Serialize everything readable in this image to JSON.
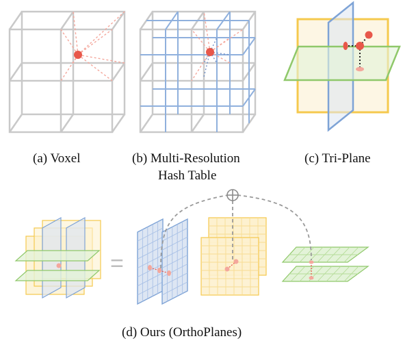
{
  "captions": {
    "a": "(a) Voxel",
    "b_line1": "(b) Multi-Resolution",
    "b_line2": "Hash Table",
    "c": "(c) Tri-Plane",
    "d": "(d) Ours (OrthoPlanes)"
  },
  "symbols": {
    "equals": "=",
    "aggregate": "circled-plus-icon"
  },
  "colors": {
    "grid_gray": "#c9c9c9",
    "hash_blue": "#8fb0dd",
    "plane_yellow_fill": "#fdf1cf",
    "plane_yellow_stroke": "#f5c94e",
    "plane_green_fill": "#e3f3d8",
    "plane_green_stroke": "#8fc86a",
    "plane_blue_fill": "#dde6f3",
    "plane_blue_stroke": "#7ea3d6",
    "point_red": "#e8574a",
    "point_pink": "#f4a79c",
    "dashed_gray": "#9a9a9a"
  }
}
